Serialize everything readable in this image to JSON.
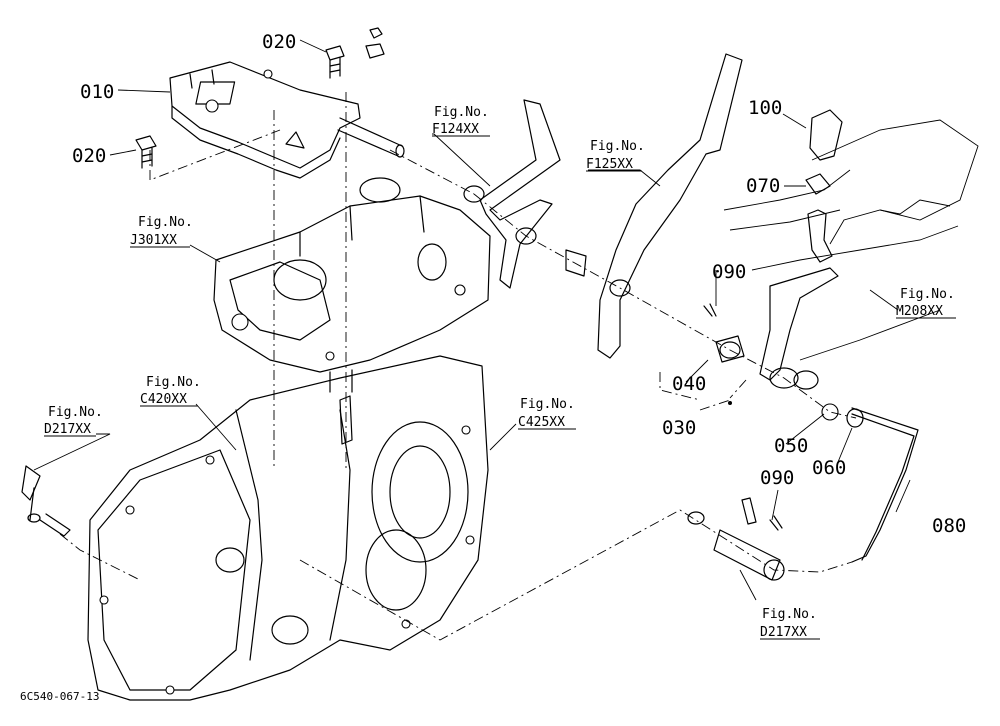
{
  "parts": {
    "p010": "010",
    "p020a": "020",
    "p020b": "020",
    "p030": "030",
    "p040": "040",
    "p050": "050",
    "p060": "060",
    "p070": "070",
    "p080": "080",
    "p090a": "090",
    "p090b": "090",
    "p100": "100"
  },
  "figures": {
    "j301": {
      "line1": "Fig.No.",
      "line2": "J301XX"
    },
    "c420": {
      "line1": "Fig.No.",
      "line2": "C420XX"
    },
    "d217a": {
      "line1": "Fig.No.",
      "line2": "D217XX"
    },
    "c425": {
      "line1": "Fig.No.",
      "line2": "C425XX"
    },
    "f124": {
      "line1": "Fig.No.",
      "line2": "F124XX"
    },
    "f125": {
      "line1": "Fig.No.",
      "line2": "F125XX"
    },
    "m208": {
      "line1": "Fig.No.",
      "line2": "M208XX"
    },
    "d217b": {
      "line1": "Fig.No.",
      "line2": "D217XX"
    }
  },
  "footer": {
    "code": "6C540-067-13"
  }
}
